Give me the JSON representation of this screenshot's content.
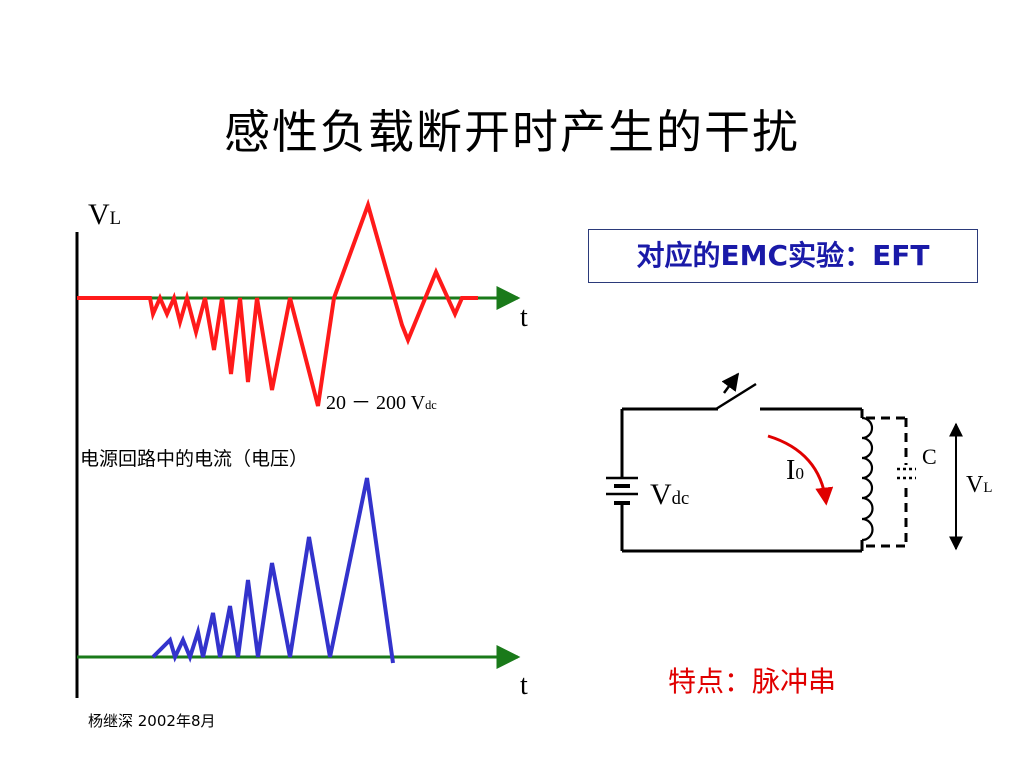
{
  "title": "感性负载断开时产生的干扰",
  "waveform": {
    "v_main": "V",
    "v_sub": "L",
    "t_top": "t",
    "t_bottom": "t",
    "range_label": "20 － 200 V",
    "range_sub": "dc",
    "current_label": "电源回路中的电流（电压）"
  },
  "emc_box": "对应的EMC实验：EFT",
  "circuit": {
    "vdc_main": "V",
    "vdc_sub": "dc",
    "i_main": "I",
    "i_sub": "0",
    "c_label": "C",
    "vl_main": "V",
    "vl_sub": "L"
  },
  "feature": "特点：脉冲串",
  "footer": "杨继深  2002年8月",
  "colors": {
    "axis": "#000000",
    "baseline": "#1a7a1a",
    "voltage_wave": "#ff1a1a",
    "current_wave": "#3333cc",
    "emc_text": "#1a1aa8",
    "feature_text": "#e00000",
    "arrow": "#e00000"
  }
}
